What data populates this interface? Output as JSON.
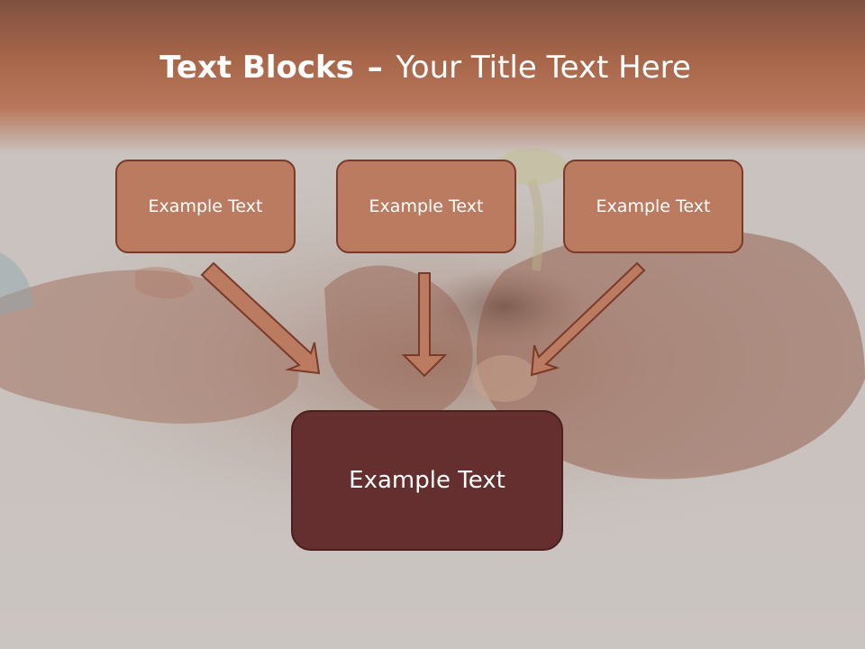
{
  "slide": {
    "title_bold": "Text Blocks",
    "title_separator": "–",
    "title_rest": "Your Title Text Here"
  },
  "blocks": {
    "left": "Example Text",
    "center": "Example Text",
    "right": "Example Text",
    "bottom": "Example Text"
  },
  "colors": {
    "header": "#a8674a",
    "small_block_fill": "#bb7b60",
    "small_block_border": "#7a3a28",
    "big_block_fill": "#652f30",
    "arrow_fill": "#bb7b60",
    "background": "#cbc5c1"
  }
}
